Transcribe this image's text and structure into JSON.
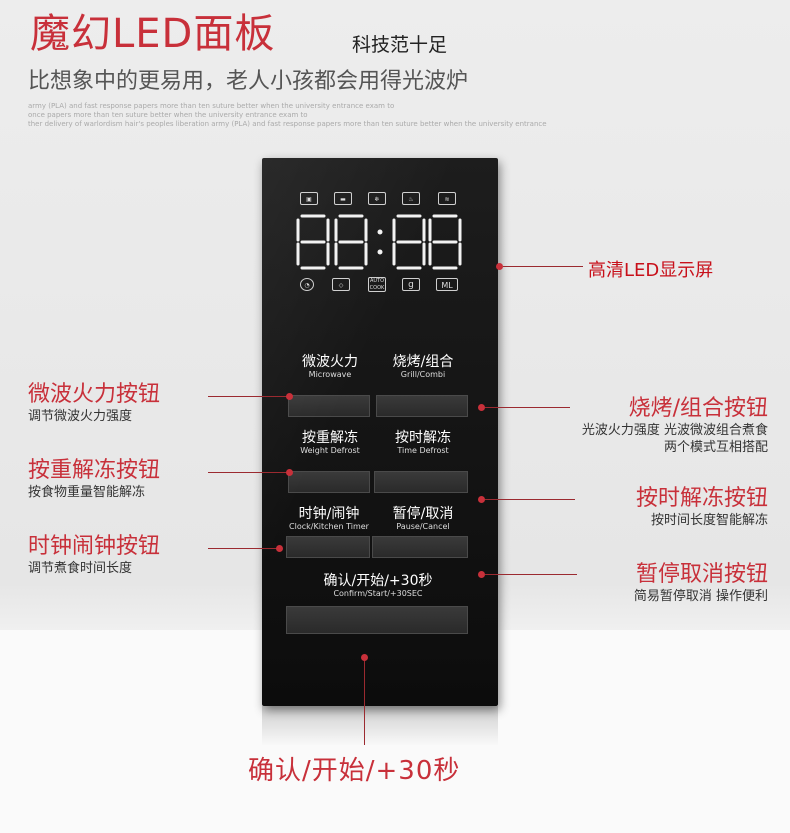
{
  "header": {
    "title": "魔幻LED面板",
    "subtitle": "科技范十足",
    "tagline": "比想象中的更易用，老人小孩都会用得光波炉",
    "fine_print": [
      "army (PLA) and fast response papers more than ten suture better when the university entrance exam to",
      "once papers more than ten suture better when the university entrance exam to",
      "ther delivery of warlordism hair's peoples liberation army (PLA) and fast response papers more than ten suture better when the university entrance"
    ]
  },
  "display": {
    "digits": "88:88",
    "top_icons": [
      "oven-icon",
      "stop-icon",
      "defrost-icon",
      "grill-icon",
      "steam-icon"
    ],
    "bottom_icons": [
      {
        "name": "clock-icon",
        "label": ""
      },
      {
        "name": "lock-icon",
        "label": ""
      },
      {
        "name": "auto-cook-icon",
        "label": "AUTO COOK"
      },
      {
        "name": "weight-icon",
        "label": "g"
      },
      {
        "name": "ml-icon",
        "label": "ML"
      }
    ]
  },
  "buttons": {
    "microwave": {
      "cn": "微波火力",
      "en": "Microwave"
    },
    "grill": {
      "cn": "烧烤/组合",
      "en": "Grill/Combi"
    },
    "weight_defrost": {
      "cn": "按重解冻",
      "en": "Weight Defrost"
    },
    "time_defrost": {
      "cn": "按时解冻",
      "en": "Time Defrost"
    },
    "clock": {
      "cn": "时钟/闹钟",
      "en": "Clock/Kitchen Timer"
    },
    "pause": {
      "cn": "暂停/取消",
      "en": "Pause/Cancel"
    },
    "confirm": {
      "cn": "确认/开始/+30秒",
      "en": "Confirm/Start/+30SEC"
    }
  },
  "callouts": {
    "led": {
      "title": "高清LED显示屏"
    },
    "microwave": {
      "title": "微波火力按钮",
      "desc": "调节微波火力强度"
    },
    "grill": {
      "title": "烧烤/组合按钮",
      "desc1": "光波火力强度 光波微波组合煮食",
      "desc2": "两个模式互相搭配"
    },
    "weight_defrost": {
      "title": "按重解冻按钮",
      "desc": "按食物重量智能解冻"
    },
    "time_defrost": {
      "title": "按时解冻按钮",
      "desc": "按时间长度智能解冻"
    },
    "clock": {
      "title": "时钟闹钟按钮",
      "desc": "调节煮食时间长度"
    },
    "pause": {
      "title": "暂停取消按钮",
      "desc": "简易暂停取消 操作便利"
    },
    "confirm": {
      "title": "确认/开始/+30秒"
    }
  },
  "colors": {
    "accent": "#c8303a",
    "panel": "#111111",
    "led": "#ffffff"
  }
}
